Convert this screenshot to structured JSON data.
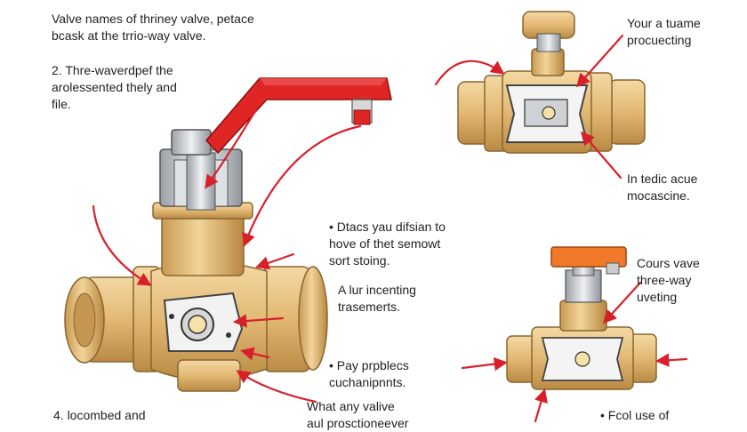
{
  "labels": {
    "top_left": "Valve names of thriney valve, petace\nbcask at the trrio-way valve.",
    "item_2": "2. Thre-waverdpef the\narolessented thely and\nfile.",
    "top_right": "Your a tuame\nprocuecting",
    "mid_right": "In tedic acue\nmocascine.",
    "bullet_1": "• Dtacs yau difsian to\nhove of thet semowt\nsort stoing.",
    "bullet_2": "A lur incenting\ntrasemerts.",
    "bullet_3": "• Pay prpblecs\ncuchanipnnts.",
    "bottom_center": "What any valive\naul prosctioneever",
    "item_4": "4. locombed and",
    "right_small": "Cours vave\nthree-way\nuveting",
    "bottom_right": "• Fcol use of"
  },
  "colors": {
    "brass": "#e2b873",
    "brass_dark": "#b8883f",
    "brass_light": "#f3d59c",
    "steel": "#c9cdd2",
    "handle_red": "#e02525",
    "handle_orange": "#f07a2a",
    "arrow_red": "#d8202b"
  }
}
